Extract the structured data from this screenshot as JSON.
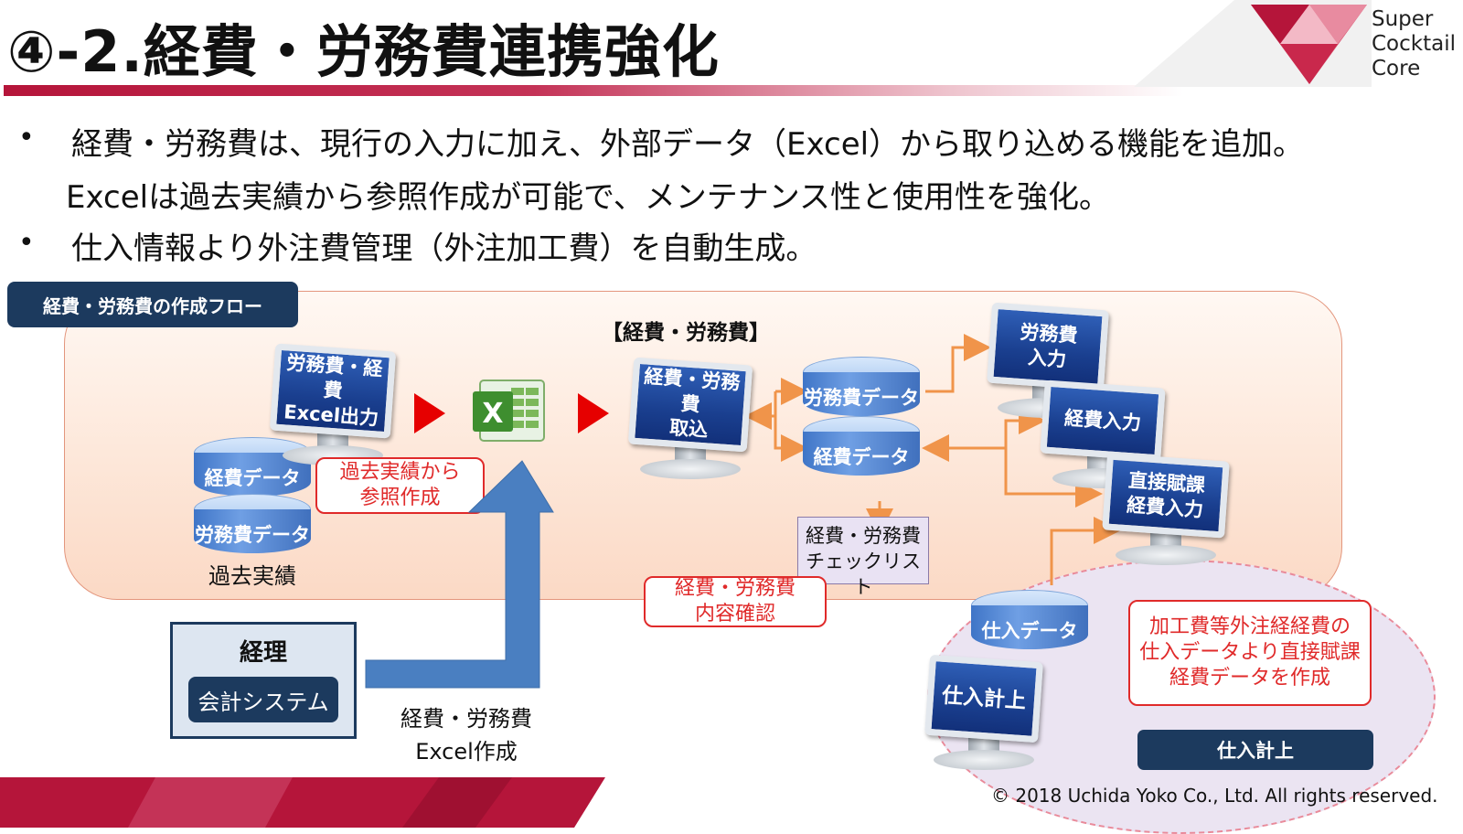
{
  "title": "④-2.経費・労務費連携強化",
  "logo": {
    "line1": "Super",
    "line2": "Cocktail",
    "line3": "Core"
  },
  "bullets": [
    {
      "lines": [
        "経費・労務費は、現行の入力に加え、外部データ（Excel）から取り込める機能を追加。",
        "Excelは過去実績から参照作成が可能で、メンテナンス性と使用性を強化。"
      ]
    },
    {
      "lines": [
        "仕入情報より外注費管理（外注加工費）を自動生成。"
      ]
    }
  ],
  "flow": {
    "header": "経費・労務費の作成フロー",
    "section_label": "【経費・労務費】",
    "past": {
      "db_top": "経費データ",
      "db_bottom": "労務費データ",
      "label": "過去実績",
      "monitor_line1": "労務費・経費",
      "monitor_line2": "Excel出力",
      "note_line1": "過去実績から",
      "note_line2": "参照作成"
    },
    "excel_icon": "excel-icon",
    "import_monitor": {
      "line1": "経費・労務費",
      "line2": "取込"
    },
    "central_db": {
      "top": "労務費データ",
      "bottom": "経費データ"
    },
    "checklist": {
      "line1": "経費・労務費",
      "line2": "チェックリスト"
    },
    "confirm_note": {
      "line1": "経費・労務費",
      "line2": "内容確認"
    },
    "inputs": [
      {
        "line1": "労務費",
        "line2": "入力"
      },
      {
        "line1": "経費入力",
        "line2": ""
      },
      {
        "line1": "直接賦課",
        "line2": "経費入力"
      }
    ],
    "accounting": {
      "title": "経理",
      "button": "会計システム"
    },
    "excel_create": {
      "line1": "経費・労務費",
      "line2": "Excel作成"
    },
    "purchase": {
      "db": "仕入データ",
      "monitor": "仕入計上",
      "note_line1": "加工費等外注経経費の",
      "note_line2": "仕入データより直接賦課",
      "note_line3": "経費データを作成",
      "tag": "仕入計上"
    }
  },
  "colors": {
    "accent": "#b5153a",
    "navy": "#1c3a5e",
    "arrow_red": "#e60000",
    "flow_orange": "#f0944a",
    "excel_arrow": "#4a7fc1"
  },
  "footer": "© 2018 Uchida Yoko Co., Ltd. All rights reserved."
}
